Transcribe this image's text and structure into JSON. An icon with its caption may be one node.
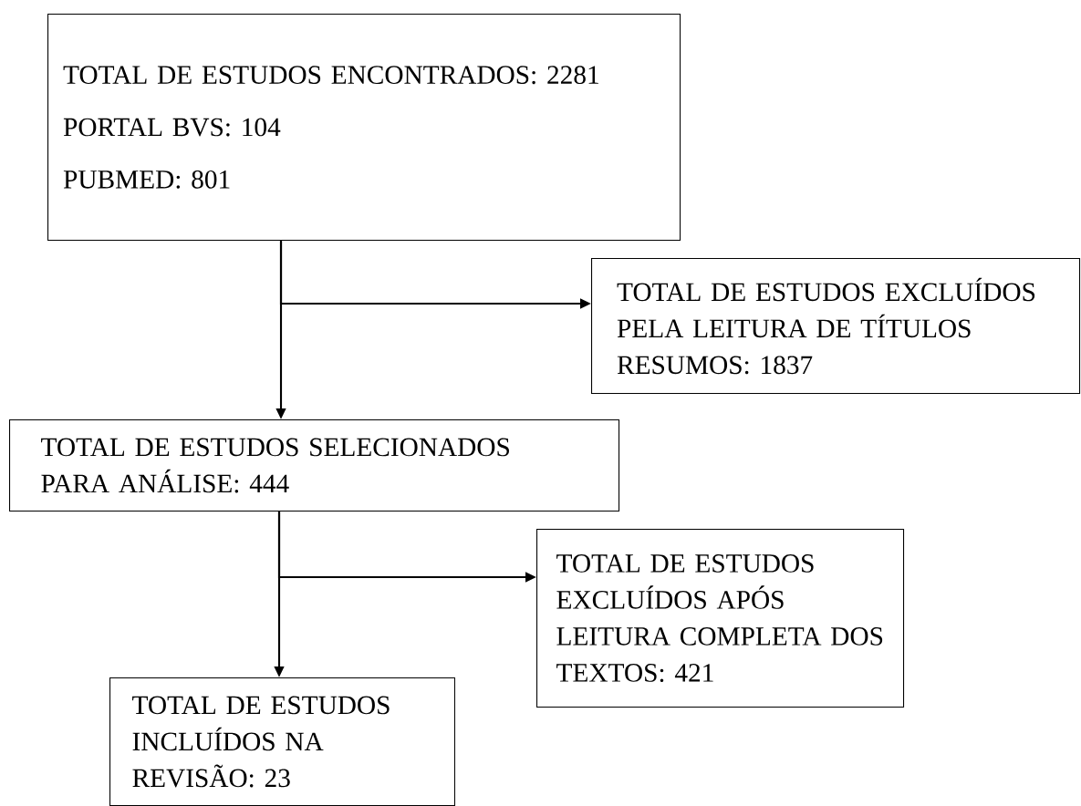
{
  "diagram": {
    "nodes": [
      {
        "text": [
          "TOTAL DE ESTUDOS ENCONTRADOS: 2281",
          "PORTAL BVS: 104",
          "PUBMED: 801"
        ]
      },
      {
        "text": [
          "TOTAL DE ESTUDOS EXCLUÍDOS PELA LEITURA DE TÍTULOS RESUMOS: 1837"
        ]
      },
      {
        "text": [
          "TOTAL DE ESTUDOS SELECIONADOS PARA ANÁLISE: 444"
        ]
      },
      {
        "text": [
          "TOTAL DE ESTUDOS EXCLUÍDOS APÓS LEITURA COMPLETA DOS TEXTOS: 421"
        ]
      },
      {
        "text": [
          "TOTAL DE ESTUDOS INCLUÍDOS NA REVISÃO: 23"
        ]
      }
    ],
    "edges": [
      {
        "from": 0,
        "to": 1,
        "arrow": "to"
      },
      {
        "from": 0,
        "to": 2,
        "arrow": "to"
      },
      {
        "from": 2,
        "to": 3,
        "arrow": "to"
      },
      {
        "from": 2,
        "to": 4,
        "arrow": "to"
      }
    ]
  }
}
